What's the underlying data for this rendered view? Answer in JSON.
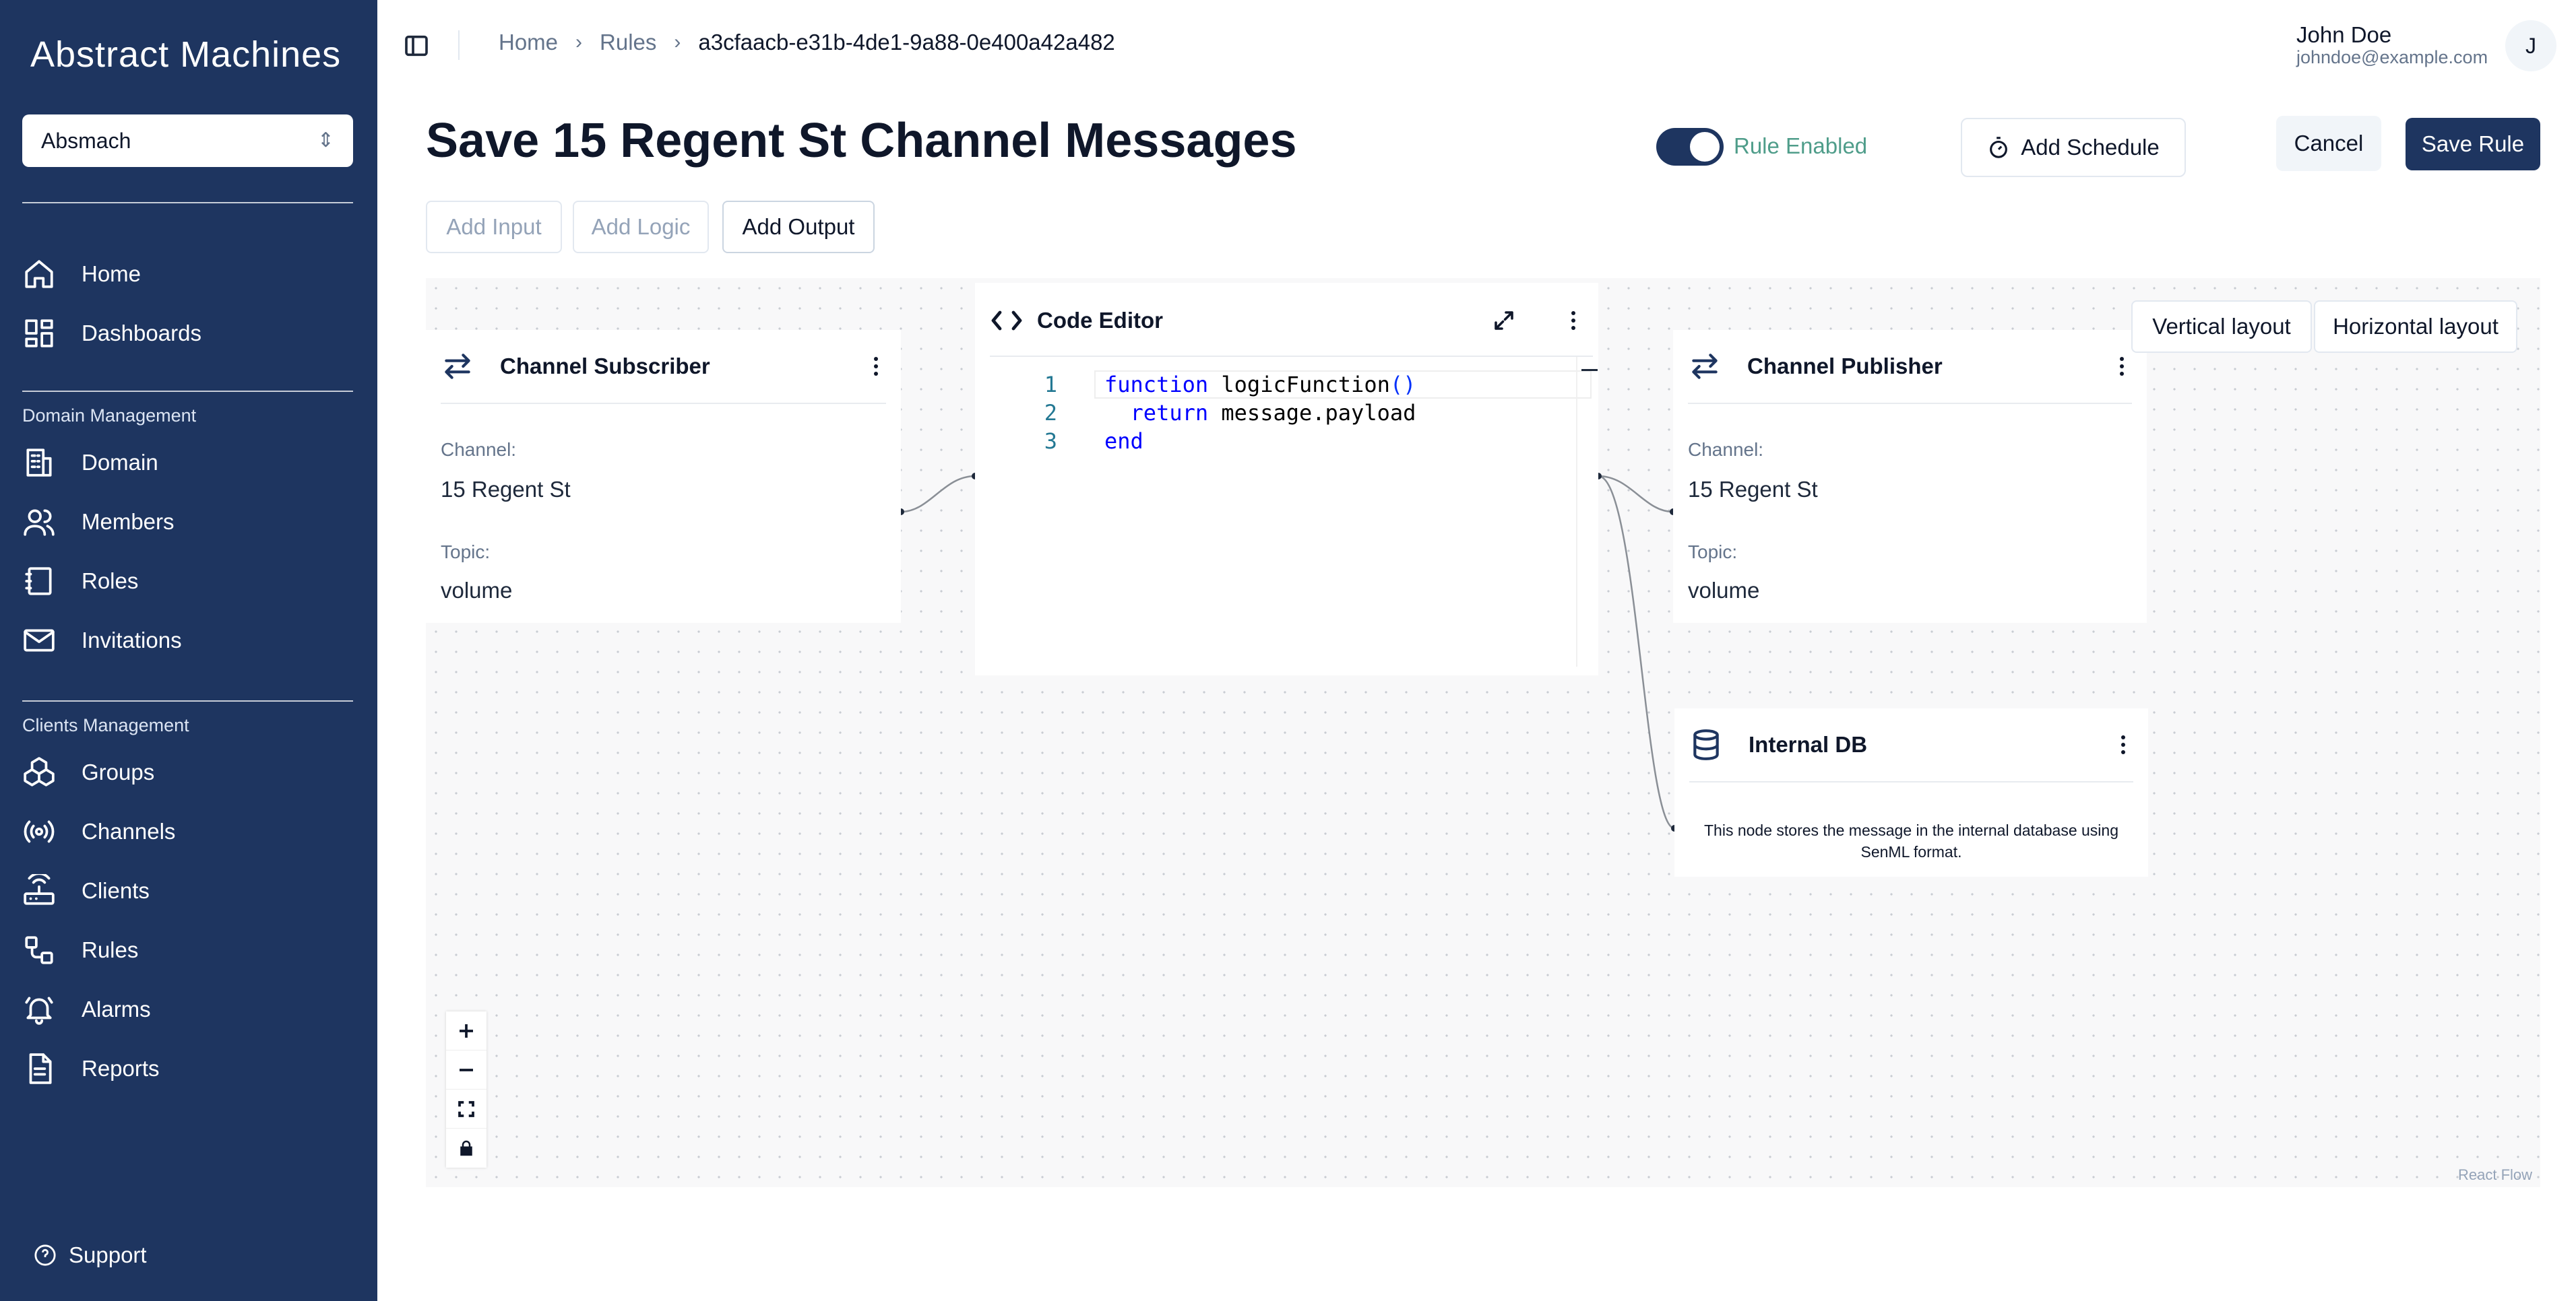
{
  "sidebar": {
    "logo": "Abstract Machines",
    "domain_selector": "Absmach",
    "items": [
      {
        "label": "Home",
        "icon": "home-icon"
      },
      {
        "label": "Dashboards",
        "icon": "dashboard-icon"
      }
    ],
    "domain_section": {
      "title": "Domain Management",
      "items": [
        {
          "label": "Domain",
          "icon": "building-icon"
        },
        {
          "label": "Members",
          "icon": "users-icon"
        },
        {
          "label": "Roles",
          "icon": "book-icon"
        },
        {
          "label": "Invitations",
          "icon": "mail-icon"
        }
      ]
    },
    "clients_section": {
      "title": "Clients Management",
      "items": [
        {
          "label": "Groups",
          "icon": "groups-icon"
        },
        {
          "label": "Channels",
          "icon": "radio-icon"
        },
        {
          "label": "Clients",
          "icon": "router-icon"
        },
        {
          "label": "Rules",
          "icon": "workflow-icon"
        },
        {
          "label": "Alarms",
          "icon": "bell-icon"
        },
        {
          "label": "Reports",
          "icon": "file-icon"
        }
      ]
    },
    "support": "Support"
  },
  "header": {
    "breadcrumb": [
      "Home",
      "Rules",
      "a3cfaacb-e31b-4de1-9a88-0e400a42a482"
    ],
    "user_name": "John Doe",
    "user_email": "johndoe@example.com",
    "avatar_initial": "J"
  },
  "page": {
    "title": "Save 15 Regent St Channel Messages",
    "rule_enabled_label": "Rule Enabled",
    "rule_enabled": true,
    "add_schedule": "Add Schedule",
    "cancel": "Cancel",
    "save": "Save Rule"
  },
  "toolbar": {
    "add_input": "Add Input",
    "add_logic": "Add Logic",
    "add_output": "Add Output"
  },
  "flow": {
    "subscriber": {
      "title": "Channel Subscriber",
      "channel_label": "Channel:",
      "channel": "15 Regent St",
      "topic_label": "Topic:",
      "topic": "volume"
    },
    "code_editor": {
      "title": "Code Editor",
      "lines": [
        {
          "n": "1",
          "kw": "function",
          "rest": " logicFunction",
          "paren": "()"
        },
        {
          "n": "2",
          "kw": "return",
          "rest": " message.payload",
          "indent": "  "
        },
        {
          "n": "3",
          "kw": "end",
          "rest": ""
        }
      ]
    },
    "publisher": {
      "title": "Channel Publisher",
      "channel_label": "Channel:",
      "channel": "15 Regent St",
      "topic_label": "Topic:",
      "topic": "volume"
    },
    "internal_db": {
      "title": "Internal DB",
      "description": "This node stores the message in the internal database using SenML format."
    },
    "vertical_layout": "Vertical layout",
    "horizontal_layout": "Horizontal layout",
    "attribution": "React Flow"
  },
  "colors": {
    "sidebar_bg": "#1e3560",
    "accent": "#1e3560",
    "toggle_label": "#4f9d8a"
  }
}
